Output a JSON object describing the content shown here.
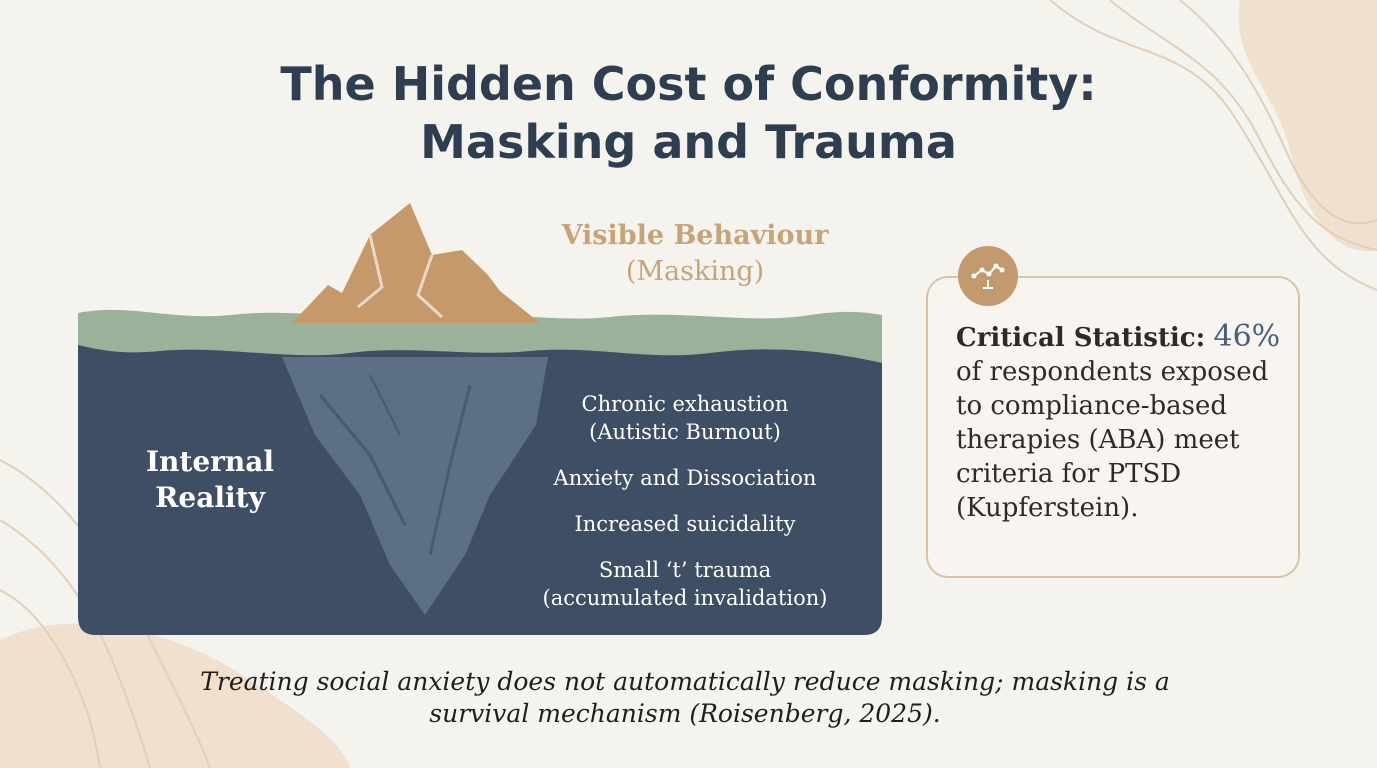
{
  "title": {
    "line1": "The Hidden Cost of Conformity:",
    "line2": "Masking and Trauma"
  },
  "iceberg": {
    "visible_heading": "Visible Behaviour",
    "visible_sub": "(Masking)",
    "internal_line1": "Internal",
    "internal_line2": "Reality",
    "effects": [
      {
        "line1": "Chronic exhaustion",
        "line2": "(Autistic Burnout)"
      },
      {
        "line1": "Anxiety and Dissociation",
        "line2": ""
      },
      {
        "line1": "Increased suicidality",
        "line2": ""
      },
      {
        "line1": "Small ‘t’ trauma",
        "line2": "(accumulated invalidation)"
      }
    ]
  },
  "stat": {
    "label": "Critical Statistic:",
    "value": "46%",
    "text": "of respondents exposed to compliance-based therapies (ABA) meet criteria for PTSD (Kupferstein).",
    "icon": "chart-icon"
  },
  "footer": {
    "line1": "Treating social anxiety does not automatically reduce masking; masking is a",
    "line2": "survival mechanism (Roisenberg, 2025)."
  },
  "colors": {
    "background": "#f5f3ee",
    "title": "#2e3d50",
    "water": "#3e4e64",
    "wave": "#9bb29a",
    "iceberg_above": "#c6996a",
    "iceberg_below": "#5d6f85",
    "accent": "#c39a6e"
  }
}
